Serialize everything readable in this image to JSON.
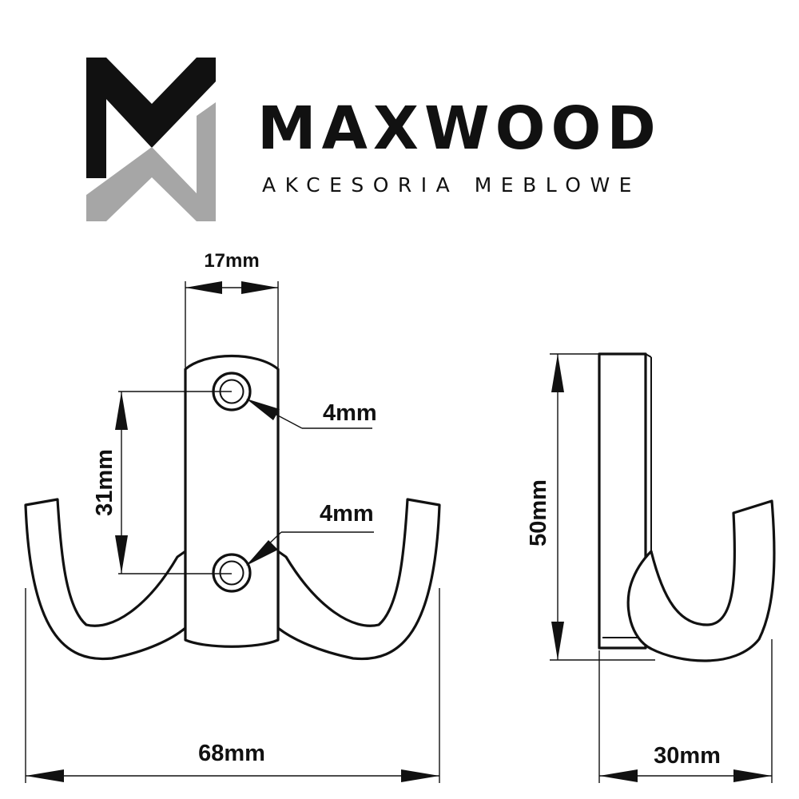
{
  "brand": {
    "logo_icon": "maxwood-mw-monogram-icon",
    "name": "MAXWOOD",
    "tagline": "AKCESORIA MEBLOWE",
    "colors": {
      "dark": "#111111",
      "gray": "#a6a6a6"
    }
  },
  "dimensions": {
    "plate_width": "17mm",
    "hole_spacing": "31mm",
    "hole_top": "4mm",
    "hole_bottom": "4mm",
    "total_width": "68mm",
    "height": "50mm",
    "depth": "30mm"
  }
}
